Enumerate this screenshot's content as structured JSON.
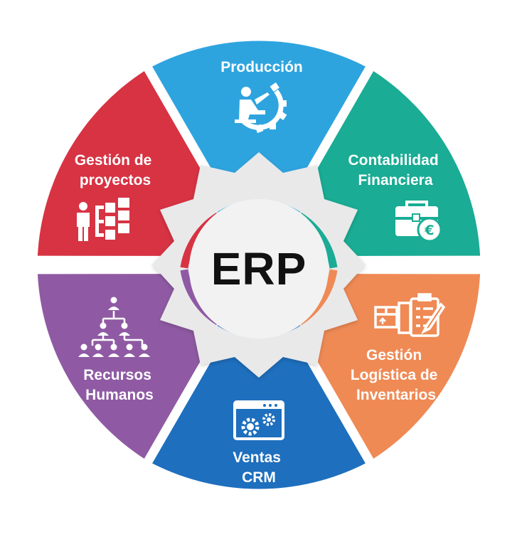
{
  "center": {
    "label": "ERP",
    "colors": {
      "gear": "#e9e9ea",
      "disc": "#f2f2f3",
      "text": "#111111"
    }
  },
  "segments": [
    {
      "id": "produccion",
      "lines": [
        "Producción"
      ],
      "color": "#2ea4df",
      "icon": "worker-gear-icon"
    },
    {
      "id": "contabilidad",
      "lines": [
        "Contabilidad",
        "Financiera"
      ],
      "color": "#1aac94",
      "icon": "briefcase-euro-icon"
    },
    {
      "id": "logistica",
      "lines": [
        "Gestión",
        "Logística de",
        "Inventarios"
      ],
      "color": "#ef8a55",
      "icon": "inventory-clipboard-icon"
    },
    {
      "id": "ventas",
      "lines": [
        "Ventas",
        "CRM"
      ],
      "color": "#1e6fbe",
      "icon": "browser-gears-icon"
    },
    {
      "id": "rrhh",
      "lines": [
        "Recursos",
        "Humanos"
      ],
      "color": "#8f5aa3",
      "icon": "org-chart-people-icon"
    },
    {
      "id": "proyectos",
      "lines": [
        "Gestión de",
        "proyectos"
      ],
      "color": "#d73343",
      "icon": "person-hierarchy-icon"
    }
  ]
}
